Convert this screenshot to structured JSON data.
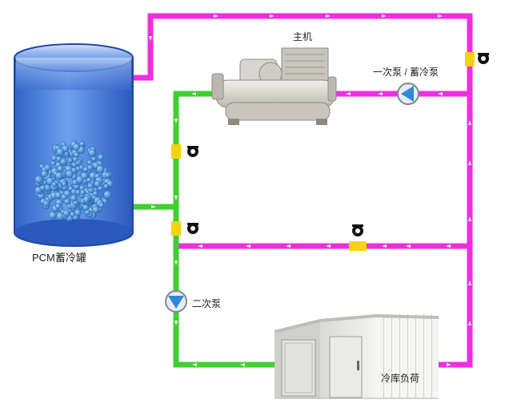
{
  "diagram": {
    "labels": {
      "tank": "PCM蓄冷罐",
      "chiller": "主机",
      "primary_pump": "一次泵 / 蓄冷泵",
      "secondary_pump": "二次泵",
      "cold_storage": "冷库负荷"
    },
    "colors": {
      "magenta_pipe": "#ee2ee0",
      "green_pipe": "#3fcf2f",
      "valve": "#f3d414",
      "tank_top": "#6f8fe0",
      "tank_body": "#3f77d8",
      "pump": "#2f88d8"
    },
    "icons": [
      "valve-icon",
      "pump-icon",
      "chiller-icon",
      "cold-room-icon",
      "tank-icon"
    ]
  }
}
